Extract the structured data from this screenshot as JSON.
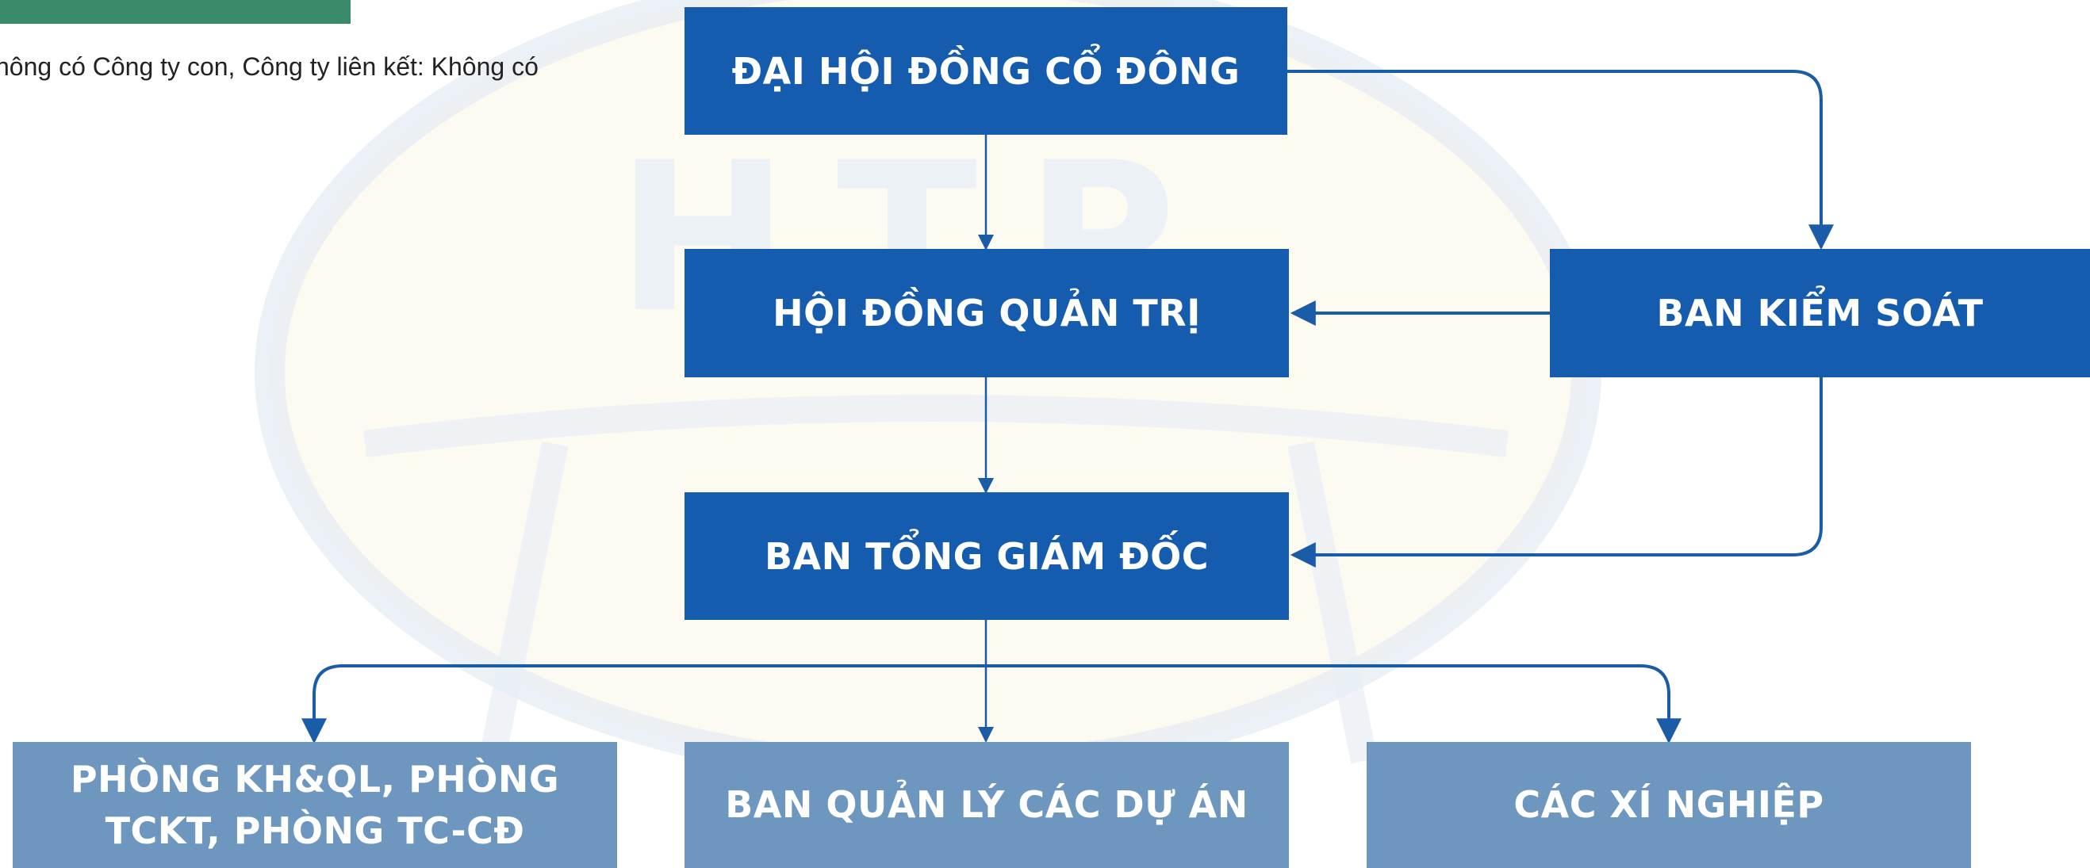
{
  "header": {
    "note": "hông có Công ty con, Công ty liên kết: Không có"
  },
  "watermark": {
    "letters": "HTP"
  },
  "colors": {
    "primary_box": "#165cae",
    "secondary_box": "#6d97be",
    "connector": "#1a5ca8",
    "header_bar": "#3a8a6a"
  },
  "org_chart": {
    "general_meeting": "ĐẠI HỘI ĐỒNG CỔ ĐÔNG",
    "board_of_directors": "HỘI ĐỒNG QUẢN TRỊ",
    "supervisory_board": "BAN KIỂM SOÁT",
    "executive_board": "BAN TỔNG GIÁM ĐỐC",
    "departments_line1": "PHÒNG KH&QL, PHÒNG",
    "departments_line2": "TCKT, PHÒNG TC-CĐ",
    "project_management": "BAN QUẢN LÝ CÁC DỰ ÁN",
    "enterprises": "CÁC XÍ NGHIỆP"
  }
}
